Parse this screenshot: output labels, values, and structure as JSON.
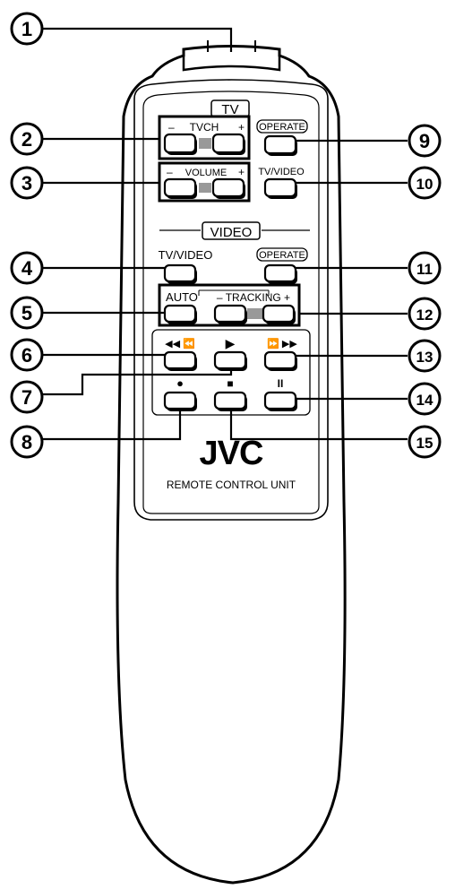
{
  "sections": {
    "tv": "TV",
    "video": "VIDEO"
  },
  "labels": {
    "tvch": "TVCH",
    "volume": "VOLUME",
    "minus": "–",
    "plus": "+",
    "operate_tv": "OPERATE",
    "tv_video_tv": "TV/VIDEO",
    "tv_video_video": "TV/VIDEO",
    "operate_video": "OPERATE",
    "auto": "AUTO",
    "tracking": "– TRACKING +",
    "rew_symbol": "◀◀ ⏪",
    "play_symbol": "▶",
    "ff_symbol": "⏩ ▶▶",
    "rec_symbol": "●",
    "stop_symbol": "■",
    "pause_symbol": "II"
  },
  "brand": {
    "logo": "JVC",
    "caption": "REMOTE CONTROL UNIT"
  },
  "callouts": [
    "1",
    "2",
    "3",
    "4",
    "5",
    "6",
    "7",
    "8",
    "9",
    "10",
    "11",
    "12",
    "13",
    "14",
    "15"
  ]
}
